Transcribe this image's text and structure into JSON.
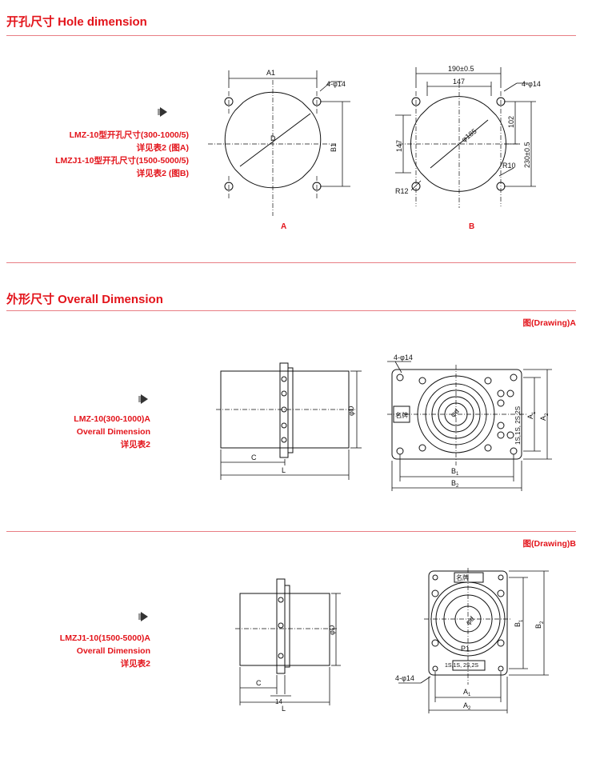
{
  "hole_section": {
    "title": "开孔尺寸 Hole dimension",
    "notes": [
      "LMZ-10型开孔尺寸(300-1000/5)",
      "详见表2 (图A)",
      "LMZJ1-10型开孔尺寸(1500-5000/5)",
      "详见表2 (图B)"
    ],
    "fig_a": {
      "label": "A",
      "dim_a1": "A1",
      "dim_b1": "B1",
      "dim_d": "D",
      "holes": "4-φ14"
    },
    "fig_b": {
      "label": "B",
      "dim_width": "190±0.5",
      "dim_147_top": "147",
      "holes": "4-φ14",
      "dim_102": "102",
      "dim_147_left": "147",
      "dim_phi": "φ185",
      "dim_height": "230±0.5",
      "r10": "R10",
      "r12": "R12"
    }
  },
  "overall_section": {
    "title": "外形尺寸  Overall Dimension",
    "drawing_a": {
      "tag": "图(Drawing)A",
      "notes": [
        "LMZ-10(300-1000)A",
        "Overall Dimension",
        "详见表2"
      ],
      "side": {
        "dim_c": "C",
        "dim_l": "L",
        "dim_d": "φD"
      },
      "front": {
        "holes": "4-φ14",
        "nameplate": "名牌",
        "terminals": "1S,1S, 2S,2S",
        "dim_phi": "φd",
        "dim_a1": "A",
        "dim_a2": "A",
        "dim_b1": "B",
        "dim_b2": "B",
        "sub1": "1",
        "sub2": "2"
      }
    },
    "drawing_b": {
      "tag": "图(Drawing)B",
      "notes": [
        "LMZJ1-10(1500-5000)A",
        "Overall Dimension",
        "详见表2"
      ],
      "side": {
        "dim_c": "C",
        "dim_14": "14",
        "dim_l": "L",
        "dim_d": "φD"
      },
      "front": {
        "nameplate": "名牌",
        "dim_phi": "φd",
        "p1": "P1",
        "terminals": "1S,1S, 2S,2S",
        "holes": "4-φ14",
        "dim_a1": "A",
        "dim_a2": "A",
        "dim_b1": "B",
        "dim_b2": "B",
        "sub1": "1",
        "sub2": "2"
      }
    }
  }
}
